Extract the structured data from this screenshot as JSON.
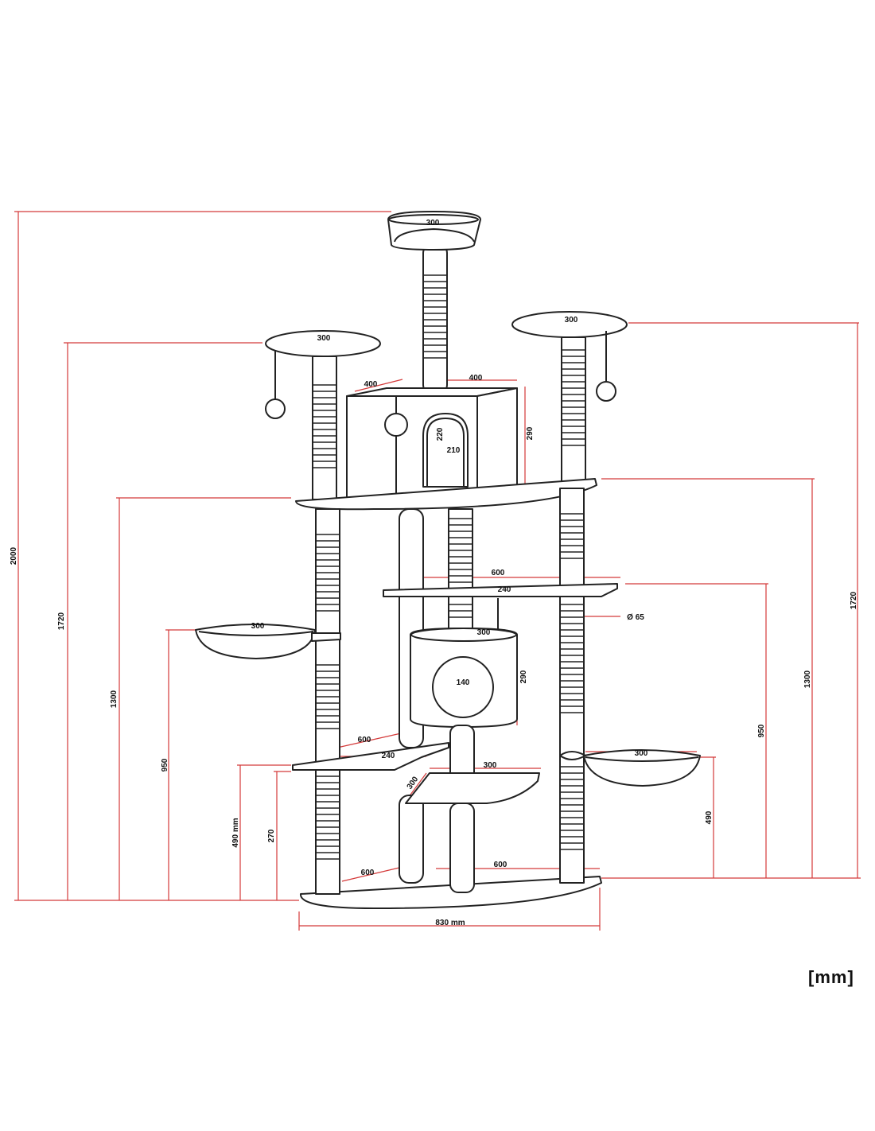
{
  "unit_label": "[mm]",
  "dims": {
    "height_total": "2000",
    "height_1720_left": "1720",
    "height_1300_left": "1300",
    "height_950_left": "950",
    "height_490mm": "490 mm",
    "height_270": "270",
    "height_1720_right": "1720",
    "height_1300_right": "1300",
    "height_950_right": "950",
    "height_490_right": "490",
    "top_bed_width": "300",
    "left_platform_width": "300",
    "right_platform_width": "300",
    "house_left_width": "400",
    "house_right_width": "400",
    "house_height": "290",
    "door_height": "220",
    "door_width": "210",
    "upper_shelf_width": "600",
    "upper_shelf_depth": "240",
    "post_diameter": "Ø 65",
    "cube_width": "300",
    "cube_hole": "140",
    "cube_height": "290",
    "left_bowl_width": "300",
    "right_bowl_width": "300",
    "low_shelf_width": "600",
    "low_shelf_depth": "240",
    "small_shelf_width": "300",
    "small_shelf_depth": "300",
    "base_left": "600",
    "base_right": "600",
    "base_width": "830 mm"
  }
}
